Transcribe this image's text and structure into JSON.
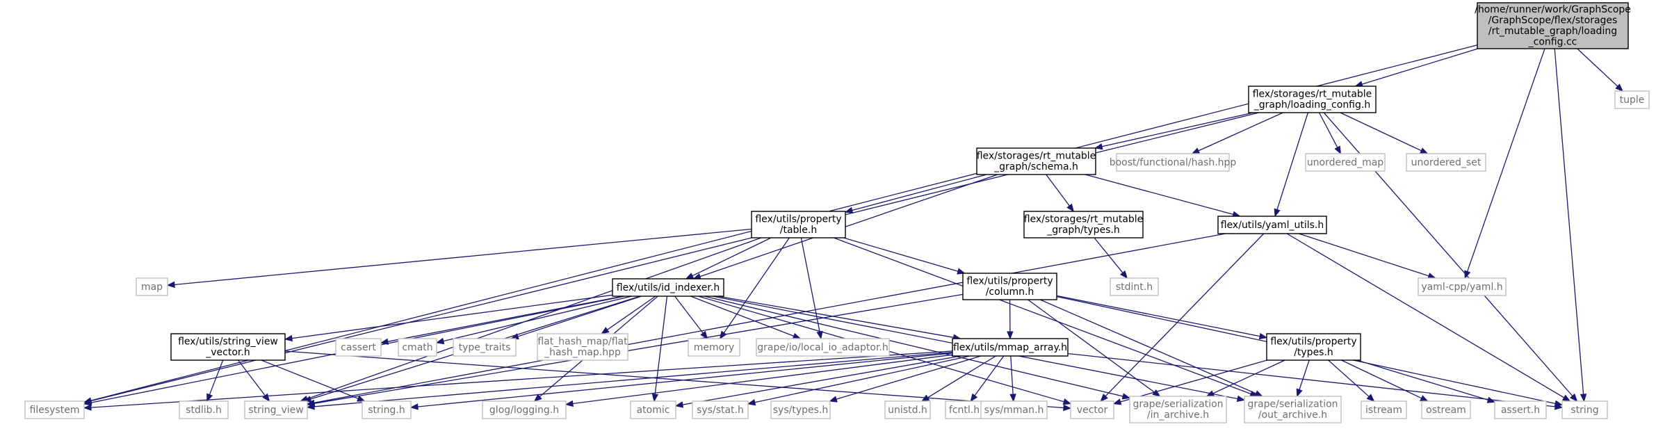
{
  "colors": {
    "edge": "#191970",
    "root_fill": "#bfbfbf",
    "local_border": "#000000",
    "system_border": "#bfbfbf",
    "system_text": "#6f6f6f"
  },
  "nodes": [
    {
      "id": "root",
      "kind": "header",
      "lines": [
        "/home/runner/work/GraphScope",
        "/GraphScope/flex/storages",
        "/rt_mutable_graph/loading",
        "_config.cc"
      ]
    },
    {
      "id": "loading_config_h",
      "kind": "local",
      "lines": [
        "flex/storages/rt_mutable",
        "_graph/loading_config.h"
      ]
    },
    {
      "id": "tuple",
      "kind": "system",
      "lines": [
        "tuple"
      ]
    },
    {
      "id": "schema_h",
      "kind": "local",
      "lines": [
        "flex/storages/rt_mutable",
        "_graph/schema.h"
      ]
    },
    {
      "id": "boost_hash",
      "kind": "system",
      "lines": [
        "boost/functional/hash.hpp"
      ]
    },
    {
      "id": "unordered_map",
      "kind": "system",
      "lines": [
        "unordered_map"
      ]
    },
    {
      "id": "unordered_set",
      "kind": "system",
      "lines": [
        "unordered_set"
      ]
    },
    {
      "id": "table_h",
      "kind": "local",
      "lines": [
        "flex/utils/property",
        "/table.h"
      ]
    },
    {
      "id": "rt_types_h",
      "kind": "local",
      "lines": [
        "flex/storages/rt_mutable",
        "_graph/types.h"
      ]
    },
    {
      "id": "yaml_utils_h",
      "kind": "local",
      "lines": [
        "flex/utils/yaml_utils.h"
      ]
    },
    {
      "id": "map",
      "kind": "system",
      "lines": [
        "map"
      ]
    },
    {
      "id": "stdint_h",
      "kind": "system",
      "lines": [
        "stdint.h"
      ]
    },
    {
      "id": "yaml_cpp",
      "kind": "system",
      "lines": [
        "yaml-cpp/yaml.h"
      ]
    },
    {
      "id": "id_indexer_h",
      "kind": "local",
      "lines": [
        "flex/utils/id_indexer.h"
      ]
    },
    {
      "id": "column_h",
      "kind": "local",
      "lines": [
        "flex/utils/property",
        "/column.h"
      ]
    },
    {
      "id": "string_view_vector_h",
      "kind": "local",
      "lines": [
        "flex/utils/string_view",
        "_vector.h"
      ]
    },
    {
      "id": "cassert",
      "kind": "system",
      "lines": [
        "cassert"
      ]
    },
    {
      "id": "cmath",
      "kind": "system",
      "lines": [
        "cmath"
      ]
    },
    {
      "id": "type_traits",
      "kind": "system",
      "lines": [
        "type_traits"
      ]
    },
    {
      "id": "flat_hash_map",
      "kind": "system",
      "lines": [
        "flat_hash_map/flat",
        "_hash_map.hpp"
      ]
    },
    {
      "id": "memory",
      "kind": "system",
      "lines": [
        "memory"
      ]
    },
    {
      "id": "local_io_adaptor",
      "kind": "system",
      "lines": [
        "grape/io/local_io_adaptor.h"
      ]
    },
    {
      "id": "mmap_array_h",
      "kind": "local",
      "lines": [
        "flex/utils/mmap_array.h"
      ]
    },
    {
      "id": "prop_types_h",
      "kind": "local",
      "lines": [
        "flex/utils/property",
        "/types.h"
      ]
    },
    {
      "id": "filesystem",
      "kind": "system",
      "lines": [
        "filesystem"
      ]
    },
    {
      "id": "stdlib_h",
      "kind": "system",
      "lines": [
        "stdlib.h"
      ]
    },
    {
      "id": "string_view",
      "kind": "system",
      "lines": [
        "string_view"
      ]
    },
    {
      "id": "string_h",
      "kind": "system",
      "lines": [
        "string.h"
      ]
    },
    {
      "id": "glog",
      "kind": "system",
      "lines": [
        "glog/logging.h"
      ]
    },
    {
      "id": "atomic",
      "kind": "system",
      "lines": [
        "atomic"
      ]
    },
    {
      "id": "sys_stat",
      "kind": "system",
      "lines": [
        "sys/stat.h"
      ]
    },
    {
      "id": "sys_types",
      "kind": "system",
      "lines": [
        "sys/types.h"
      ]
    },
    {
      "id": "unistd",
      "kind": "system",
      "lines": [
        "unistd.h"
      ]
    },
    {
      "id": "fcntl",
      "kind": "system",
      "lines": [
        "fcntl.h"
      ]
    },
    {
      "id": "sys_mman",
      "kind": "system",
      "lines": [
        "sys/mman.h"
      ]
    },
    {
      "id": "vector",
      "kind": "system",
      "lines": [
        "vector"
      ]
    },
    {
      "id": "in_archive",
      "kind": "system",
      "lines": [
        "grape/serialization",
        "/in_archive.h"
      ]
    },
    {
      "id": "out_archive",
      "kind": "system",
      "lines": [
        "grape/serialization",
        "/out_archive.h"
      ]
    },
    {
      "id": "istream",
      "kind": "system",
      "lines": [
        "istream"
      ]
    },
    {
      "id": "ostream",
      "kind": "system",
      "lines": [
        "ostream"
      ]
    },
    {
      "id": "assert_h",
      "kind": "system",
      "lines": [
        "assert.h"
      ]
    },
    {
      "id": "string",
      "kind": "system",
      "lines": [
        "string"
      ]
    }
  ],
  "edges": [
    [
      "root",
      "filesystem"
    ],
    [
      "root",
      "loading_config_h"
    ],
    [
      "root",
      "tuple"
    ],
    [
      "root",
      "yaml_cpp"
    ],
    [
      "root",
      "string"
    ],
    [
      "loading_config_h",
      "filesystem"
    ],
    [
      "loading_config_h",
      "schema_h"
    ],
    [
      "loading_config_h",
      "boost_hash"
    ],
    [
      "loading_config_h",
      "unordered_map"
    ],
    [
      "loading_config_h",
      "unordered_set"
    ],
    [
      "loading_config_h",
      "yaml_utils_h"
    ],
    [
      "loading_config_h",
      "string"
    ],
    [
      "schema_h",
      "table_h"
    ],
    [
      "schema_h",
      "rt_types_h"
    ],
    [
      "schema_h",
      "yaml_utils_h"
    ],
    [
      "schema_h",
      "id_indexer_h"
    ],
    [
      "rt_types_h",
      "stdint_h"
    ],
    [
      "yaml_utils_h",
      "string_view"
    ],
    [
      "yaml_utils_h",
      "yaml_cpp"
    ],
    [
      "yaml_utils_h",
      "vector"
    ],
    [
      "yaml_utils_h",
      "string"
    ],
    [
      "table_h",
      "map"
    ],
    [
      "table_h",
      "id_indexer_h"
    ],
    [
      "table_h",
      "column_h"
    ],
    [
      "table_h",
      "memory"
    ],
    [
      "table_h",
      "local_io_adaptor"
    ],
    [
      "table_h",
      "string_view"
    ],
    [
      "table_h",
      "out_archive"
    ],
    [
      "id_indexer_h",
      "filesystem"
    ],
    [
      "id_indexer_h",
      "string_view_vector_h"
    ],
    [
      "id_indexer_h",
      "cassert"
    ],
    [
      "id_indexer_h",
      "cmath"
    ],
    [
      "id_indexer_h",
      "type_traits"
    ],
    [
      "id_indexer_h",
      "flat_hash_map"
    ],
    [
      "id_indexer_h",
      "memory"
    ],
    [
      "id_indexer_h",
      "local_io_adaptor"
    ],
    [
      "id_indexer_h",
      "mmap_array_h"
    ],
    [
      "id_indexer_h",
      "string_view"
    ],
    [
      "id_indexer_h",
      "glog"
    ],
    [
      "id_indexer_h",
      "atomic"
    ],
    [
      "id_indexer_h",
      "vector"
    ],
    [
      "id_indexer_h",
      "in_archive"
    ],
    [
      "id_indexer_h",
      "out_archive"
    ],
    [
      "column_h",
      "mmap_array_h"
    ],
    [
      "column_h",
      "prop_types_h"
    ],
    [
      "column_h",
      "string_view"
    ],
    [
      "column_h",
      "in_archive"
    ],
    [
      "column_h",
      "out_archive"
    ],
    [
      "column_h",
      "string"
    ],
    [
      "string_view_vector_h",
      "stdlib_h"
    ],
    [
      "string_view_vector_h",
      "string_view"
    ],
    [
      "string_view_vector_h",
      "string_h"
    ],
    [
      "string_view_vector_h",
      "vector"
    ],
    [
      "mmap_array_h",
      "filesystem"
    ],
    [
      "mmap_array_h",
      "string_view"
    ],
    [
      "mmap_array_h",
      "string_h"
    ],
    [
      "mmap_array_h",
      "glog"
    ],
    [
      "mmap_array_h",
      "atomic"
    ],
    [
      "mmap_array_h",
      "sys_stat"
    ],
    [
      "mmap_array_h",
      "sys_types"
    ],
    [
      "mmap_array_h",
      "unistd"
    ],
    [
      "mmap_array_h",
      "fcntl"
    ],
    [
      "mmap_array_h",
      "sys_mman"
    ],
    [
      "mmap_array_h",
      "string"
    ],
    [
      "prop_types_h",
      "vector"
    ],
    [
      "prop_types_h",
      "in_archive"
    ],
    [
      "prop_types_h",
      "out_archive"
    ],
    [
      "prop_types_h",
      "istream"
    ],
    [
      "prop_types_h",
      "ostream"
    ],
    [
      "prop_types_h",
      "assert_h"
    ]
  ]
}
